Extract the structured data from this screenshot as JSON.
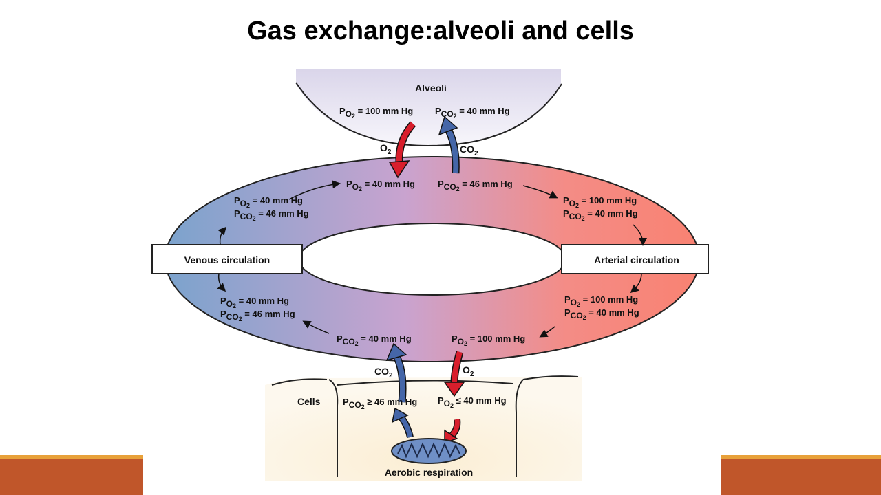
{
  "title": "Gas exchange:alveoli and cells",
  "labels": {
    "alveoli": "Alveoli",
    "cells": "Cells",
    "venous": "Venous circulation",
    "arterial": "Arterial circulation",
    "aerobic": "Aerobic respiration",
    "o2": "O",
    "co2": "CO",
    "sub2": "2"
  },
  "pressures": {
    "alv_po2": " = 100 mm Hg",
    "alv_pco2": " = 40 mm Hg",
    "top_po2": " = 40 mm Hg",
    "top_pco2": " = 46 mm Hg",
    "ul_po2": " = 40 mm Hg",
    "ul_pco2": " = 46 mm Hg",
    "ur_po2": " = 100 mm Hg",
    "ur_pco2": " = 40 mm Hg",
    "ll_po2": " = 40 mm Hg",
    "ll_pco2": " = 46 mm Hg",
    "lr_po2": " = 100 mm Hg",
    "lr_pco2": " = 40 mm Hg",
    "bot_pco2": " = 40 mm Hg",
    "bot_po2": " = 100 mm Hg",
    "cell_pco2": " ≥ 46 mm Hg",
    "cell_po2": " ≤ 40 mm Hg"
  },
  "colors": {
    "venous": "#7ba3cd",
    "mixed": "#c9a3cf",
    "arterial": "#f98272",
    "o2_arrow": "#d81e2c",
    "co2_arrow": "#4566a8",
    "accent_bar": "#c0562a",
    "accent_line": "#e8a13a"
  }
}
